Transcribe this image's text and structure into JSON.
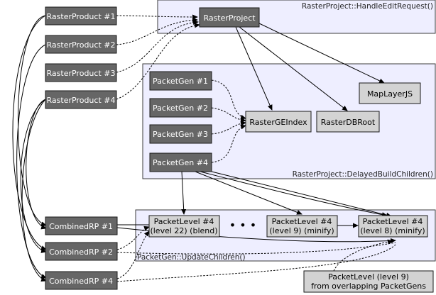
{
  "clusters": {
    "handle_edit": "RasterProject::HandleEditRequest()",
    "delayed_build": "RasterProject::DelayedBuildChildren()",
    "update_children": "PacketGen::UpdateChildren()"
  },
  "nodes": {
    "raster_product_1": "RasterProduct #1",
    "raster_product_2": "RasterProduct #2",
    "raster_product_3": "RasterProduct #3",
    "raster_product_4": "RasterProduct #4",
    "raster_project": "RasterProject",
    "packet_gen_1": "PacketGen #1",
    "packet_gen_2": "PacketGen #2",
    "packet_gen_3": "PacketGen #3",
    "packet_gen_4": "PacketGen #4",
    "raster_ge_index": "RasterGEIndex",
    "raster_db_root": "RasterDBRoot",
    "map_layer_js": "MapLayerJS",
    "combined_rp_1": "CombinedRP #1",
    "combined_rp_2": "CombinedRP #2",
    "combined_rp_4": "CombinedRP #4",
    "packet_level_22": {
      "line1": "PacketLevel #4",
      "line2": "(level 22) (blend)"
    },
    "packet_level_9": {
      "line1": "PacketLevel #4",
      "line2": "(level 9) (minify)"
    },
    "packet_level_8": {
      "line1": "PacketLevel #4",
      "line2": "(level 8) (minify)"
    },
    "packet_level_overlap": {
      "line1": "PacketLevel (level 9)",
      "line2": "from overlapping PacketGens"
    }
  },
  "ellipsis": "• • •",
  "colors": {
    "cluster_fill": "#eeeeff",
    "cluster_border": "#3b3b3b",
    "dark_node": "#666666",
    "light_node": "#d3d3d3"
  }
}
